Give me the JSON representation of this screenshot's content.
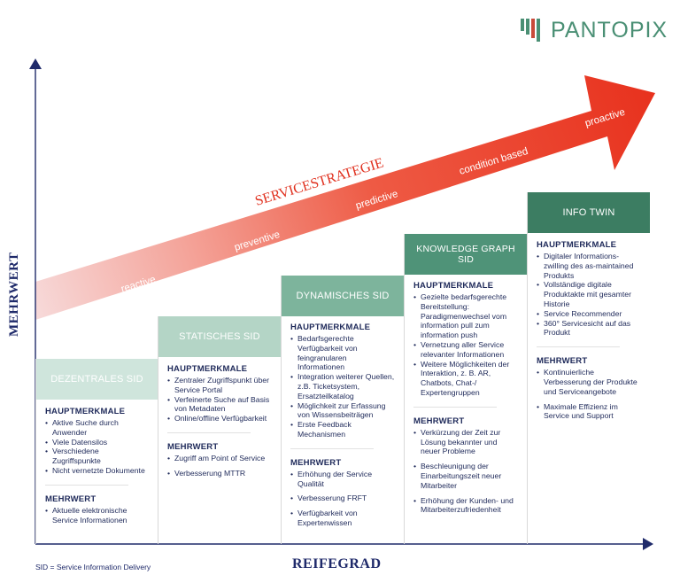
{
  "logo": {
    "text": "PANTOPIX"
  },
  "axes": {
    "y_label": "MEHRWERT",
    "x_label": "REIFEGRAD"
  },
  "footnote": "SID = Service Information Delivery",
  "arrow": {
    "title": "SERVICESTRATEGIE",
    "stages": [
      "reactive",
      "preventive",
      "predictive",
      "condition based",
      "proactive"
    ]
  },
  "columns": [
    {
      "title": "DEZENTRALES SID",
      "head_color": "#cfe5dc",
      "head_text_color": "#ffffff",
      "features_title": "HAUPTMERKMALE",
      "features": [
        "Aktive Suche durch Anwender",
        "Viele Datensilos",
        "Verschiedene Zugriffspunkte",
        "Nicht vernetzte Dokumente"
      ],
      "value_title": "MEHRWERT",
      "values": [
        "Aktuelle elektronische Service Informationen"
      ]
    },
    {
      "title": "STATISCHES SID",
      "head_color": "#b4d5c6",
      "head_text_color": "#ffffff",
      "features_title": "HAUPTMERKMALE",
      "features": [
        "Zentraler Zugriffspunkt über Service Portal",
        "Verfeinerte Suche auf Basis von Metadaten",
        "Online/offline Verfügbarkeit"
      ],
      "value_title": "MEHRWERT",
      "values": [
        "Zugriff am Point of Service",
        "Verbesserung MTTR"
      ]
    },
    {
      "title": "DYNAMISCHES SID",
      "head_color": "#7db49c",
      "head_text_color": "#ffffff",
      "features_title": "HAUPTMERKMALE",
      "features": [
        "Bedarfsgerechte Verfügbarkeit von feingranularen Informationen",
        "Integration weiterer Quellen, z.B. Ticketsystem, Ersatzteilkatalog",
        "Möglichkeit zur Erfassung von Wissensbeiträgen",
        "Erste Feedback Mechanismen"
      ],
      "value_title": "MEHRWERT",
      "values": [
        "Erhöhung der Service Qualität",
        "Verbesserung FRFT",
        "Verfügbarkeit von Expertenwissen"
      ]
    },
    {
      "title": "KNOWLEDGE GRAPH SID",
      "head_color": "#4f9378",
      "head_text_color": "#ffffff",
      "features_title": "HAUPTMERKMALE",
      "features": [
        "Gezielte bedarfsgerechte Bereitstellung: Paradigmenwechsel vom information pull zum information push",
        "Vernetzung aller Service relevanter Informationen",
        "Weitere Möglichkeiten der Interaktion, z. B. AR, Chatbots, Chat-/ Expertengruppen"
      ],
      "value_title": "MEHRWERT",
      "values": [
        "Verkürzung der Zeit zur Lösung bekannter und neuer Probleme",
        "Beschleunigung der Einarbeitungszeit neuer Mitarbeiter",
        "Erhöhung der Kunden- und Mitarbeiterzufriedenheit"
      ]
    },
    {
      "title": "INFO TWIN",
      "head_color": "#3c7d62",
      "head_text_color": "#ffffff",
      "features_title": "HAUPTMERKMALE",
      "features": [
        "Digitaler Informations-zwilling des as-maintained Produkts",
        "Vollständige digitale Produktakte mit gesamter Historie",
        "Service Recommender",
        "360° Servicesicht auf das Produkt"
      ],
      "value_title": "MEHRWERT",
      "values": [
        "Kontinuierliche Verbesserung der Produkte und Serviceangebote",
        "Maximale Effizienz im Service und Support"
      ]
    }
  ]
}
